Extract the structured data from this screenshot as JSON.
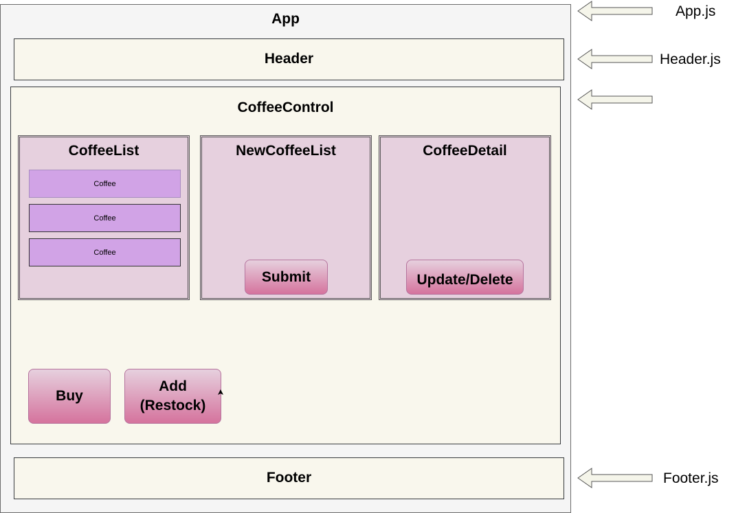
{
  "app": {
    "title": "App"
  },
  "header": {
    "title": "Header"
  },
  "control": {
    "title": "CoffeeControl"
  },
  "panels": {
    "list": {
      "title": "CoffeeList",
      "items": [
        "Coffee",
        "Coffee",
        "Coffee"
      ]
    },
    "new": {
      "title": "NewCoffeeList",
      "button": "Submit"
    },
    "detail": {
      "title": "CoffeeDetail",
      "button": "Update/Delete"
    }
  },
  "buttons": {
    "buy": "Buy",
    "add": "Add\n(Restock)"
  },
  "footer": {
    "title": "Footer"
  },
  "files": {
    "app": "App.js",
    "header": "Header.js",
    "footer": "Footer.js"
  },
  "colors": {
    "app_bg": "#f5f5f5",
    "cream": "#f9f7ed",
    "panel": "#e6d0de",
    "item": "#d1a3e6",
    "button_top": "#e6d0de",
    "button_bottom": "#d5739d"
  }
}
